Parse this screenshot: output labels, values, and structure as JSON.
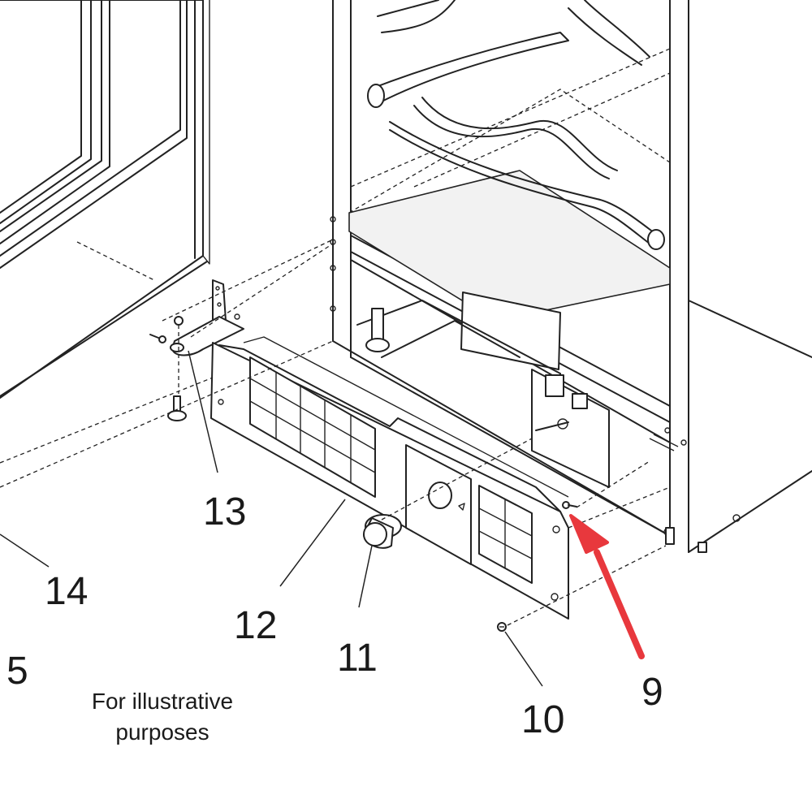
{
  "callouts": {
    "c5": "5",
    "c9": "9",
    "c10": "10",
    "c11": "11",
    "c12": "12",
    "c13": "13",
    "c14": "14"
  },
  "caption": {
    "line1": "For illustrative",
    "line2": "purposes"
  },
  "colors": {
    "highlight_arrow": "#e8383d",
    "line_art": "#222222",
    "background": "#ffffff"
  }
}
